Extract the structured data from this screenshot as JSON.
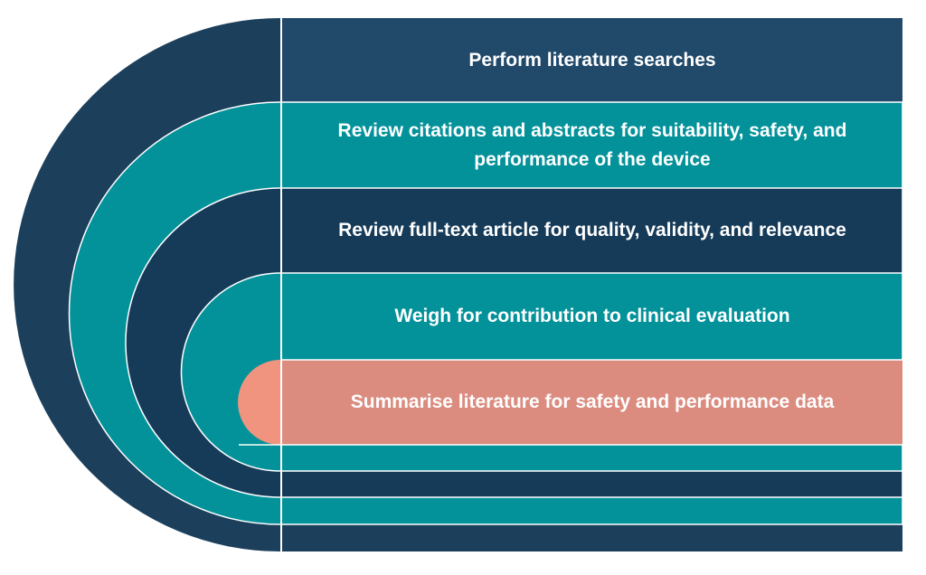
{
  "colors": {
    "navy": "#1c3f5c",
    "teal": "#03929a",
    "salmon": "#db8c7f",
    "salmon_cap": "#f0947f",
    "separator": "#ffffff"
  },
  "layers": [
    {
      "label": "Perform literature searches",
      "color": "#21496a"
    },
    {
      "label": "Review citations and abstracts for suitability, safety, and performance of the device",
      "color": "#03929a"
    },
    {
      "label": "Review full-text article for quality, validity, and relevance",
      "color": "#163b59"
    },
    {
      "label": "Weigh for contribution to clinical evaluation",
      "color": "#03929a"
    },
    {
      "label": "Summarise literature for safety and performance data",
      "color": "#db8c7f"
    }
  ]
}
